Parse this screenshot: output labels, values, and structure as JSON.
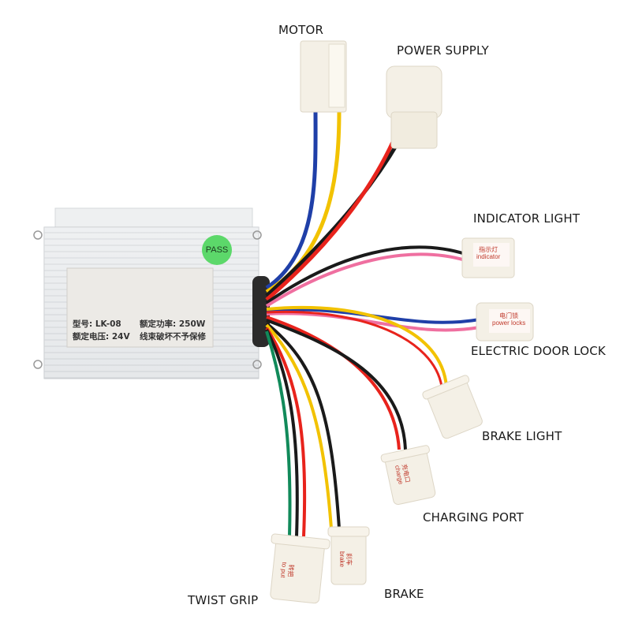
{
  "controller": {
    "badge": "PASS",
    "label": {
      "model": "型号: LK-08",
      "voltage": "额定电压: 24V",
      "power": "额定功率: 250W",
      "warranty": "线束破坏不予保修"
    }
  },
  "callouts": {
    "motor": "MOTOR",
    "power_supply": "POWER SUPPLY",
    "indicator_light": "INDICATOR LIGHT",
    "electric_door_lock": "ELECTRIC DOOR LOCK",
    "brake_light": "BRAKE LIGHT",
    "charging_port": "CHARGING PORT",
    "brake": "BRAKE",
    "twist_grip": "TWIST GRIP"
  },
  "connector_tags": {
    "indicator_cn": "指示灯",
    "indicator_en": "indicator",
    "power_locks_cn": "电门锁",
    "power_locks_en": "power locks",
    "charge_cn": "充电口",
    "charge_en": "charge",
    "brake_cn": "刹车",
    "brake_en": "brake",
    "to_put_cn": "转把",
    "to_put_en": "to put"
  },
  "colors": {
    "wire_red": "#e8231c",
    "wire_black": "#1a1a1a",
    "wire_yellow": "#f2c200",
    "wire_blue": "#1f3fa8",
    "wire_pink": "#ef6fa0",
    "wire_green": "#118a5a",
    "connector": "#f4f0e6",
    "housing": "#e6e8ea",
    "pass_badge": "#5cd86a"
  }
}
